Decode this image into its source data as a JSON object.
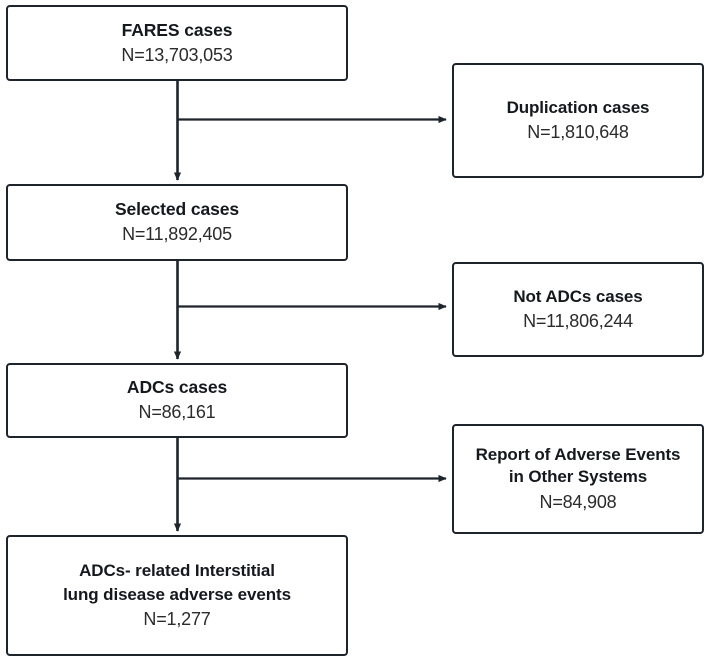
{
  "diagram": {
    "type": "flowchart",
    "orientation": "vertical-with-right-exclusions",
    "accent_color": "#1d242c",
    "background_color": "#ffffff",
    "main_flow": [
      {
        "id": "fares-cases",
        "title": "FARES cases",
        "count": "N=13,703,053"
      },
      {
        "id": "selected-cases",
        "title": "Selected cases",
        "count": "N=11,892,405"
      },
      {
        "id": "adcs-cases",
        "title": "ADCs cases",
        "count": "N=86,161"
      },
      {
        "id": "adcs-ild-cases",
        "title": "ADCs- related Interstitial\nlung disease adverse events",
        "count": "N=1,277"
      }
    ],
    "exclusions": [
      {
        "id": "duplication-cases",
        "title": "Duplication cases",
        "count": "N=1,810,648"
      },
      {
        "id": "not-adcs-cases",
        "title": "Not ADCs cases",
        "count": "N=11,806,244"
      },
      {
        "id": "report-other-systems",
        "title": "Report of Adverse Events\nin Other Systems",
        "count": "N=84,908"
      }
    ]
  }
}
